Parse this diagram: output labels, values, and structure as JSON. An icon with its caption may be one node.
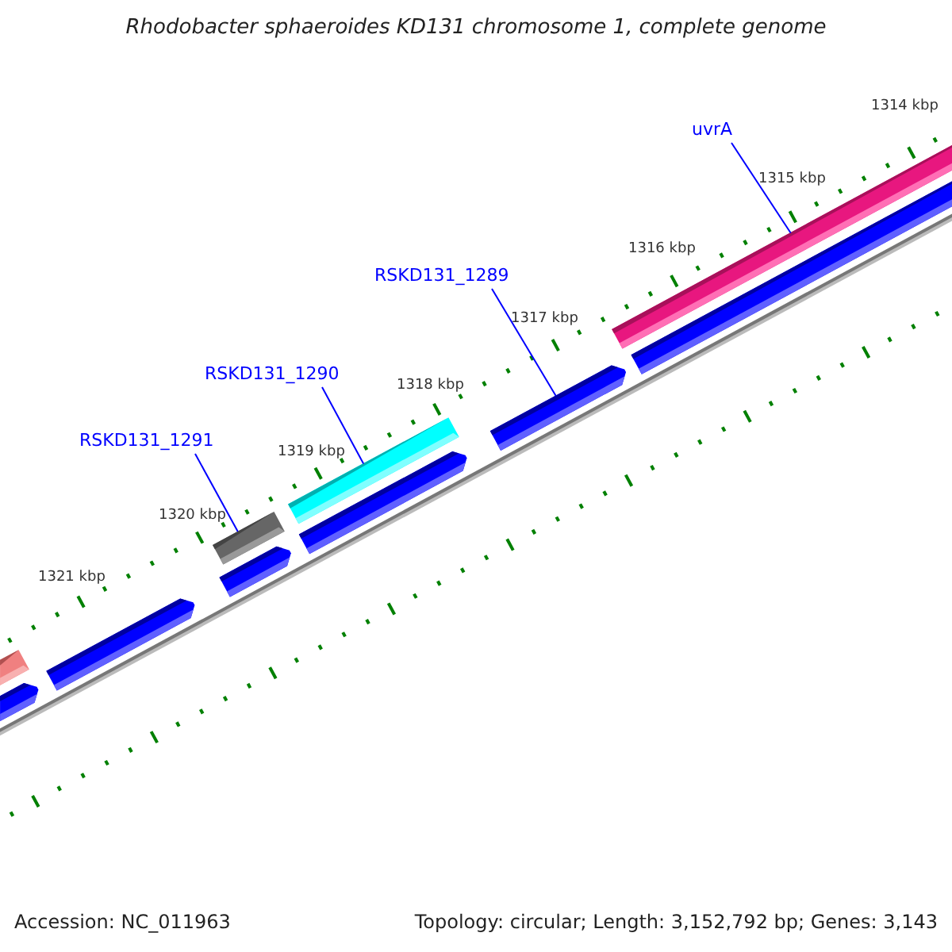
{
  "diagram": {
    "title": "Rhodobacter sphaeroides KD131 chromosome 1, complete genome",
    "nodes": [
      {
        "text": [
          "uvrA"
        ]
      },
      {
        "text": [
          "RSKD131_1289"
        ]
      },
      {
        "text": [
          "RSKD131_1290"
        ]
      },
      {
        "text": [
          "RSKD131_1291"
        ]
      },
      {
        "text": [],
        "shape": "bar"
      },
      {
        "text": [],
        "shape": "arrow"
      },
      {
        "text": [],
        "shape": "arrow"
      },
      {
        "text": [],
        "shape": "bar"
      },
      {
        "text": [],
        "shape": "arrow"
      },
      {
        "text": [],
        "shape": "bar"
      },
      {
        "text": [],
        "shape": "arrow"
      },
      {
        "text": [],
        "shape": "arrow"
      },
      {
        "text": [],
        "shape": "bar"
      },
      {
        "text": [],
        "shape": "bar"
      }
    ],
    "edges": [
      {
        "from": 0,
        "to": 12,
        "arrow": "none"
      },
      {
        "from": 1,
        "to": 11,
        "arrow": "none"
      },
      {
        "from": 2,
        "to": 9,
        "arrow": "none"
      },
      {
        "from": 3,
        "to": 7,
        "arrow": "none"
      }
    ],
    "labels": [
      "1314 kbp",
      "1315 kbp",
      "1316 kbp",
      "1317 kbp",
      "1318 kbp",
      "1319 kbp",
      "1320 kbp",
      "1321 kbp",
      "Accession: NC_011963",
      "Topology: circular; Length: 3,152,792 bp; Genes: 3,143"
    ]
  }
}
